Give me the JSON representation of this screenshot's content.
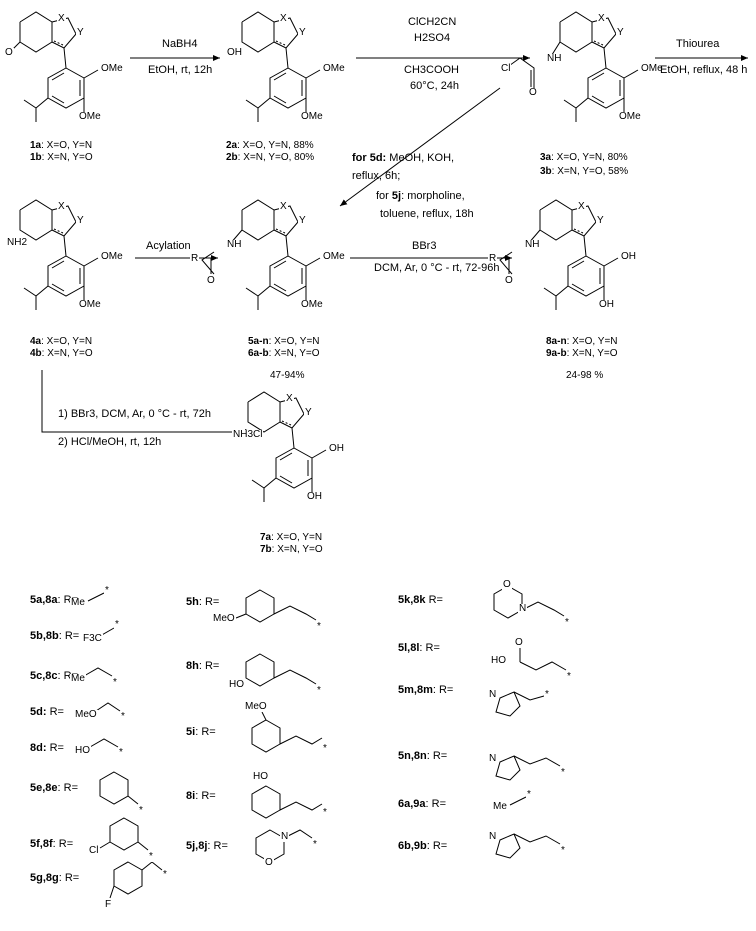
{
  "steps": {
    "s1_reagent": "NaBH4",
    "s1_cond": "EtOH, rt, 12h",
    "s2_reagent1": "ClCH2CN",
    "s2_reagent2": "H2SO4",
    "s2_reagent3": "CH3COOH",
    "s2_cond": "60°C, 24h",
    "s3_reagent": "Thiourea",
    "s3_cond": "EtOH, reflux, 48 h",
    "s4_line1_bold": "for 5d:",
    "s4_line1": " MeOH, KOH,",
    "s4_line2": "reflux, 6h;",
    "s5_line1_prefix": "for ",
    "s5_line1_bold": "5j",
    "s5_line1": ": morpholine,",
    "s5_line2": "toluene, reflux, 18h",
    "s6_reagent": "Acylation",
    "s7_reagent": "BBr3",
    "s7_cond": "DCM, Ar, 0 °C - rt, 72-96h",
    "s8_line1": "1) BBr3, DCM, Ar, 0 °C - rt, 72h",
    "s8_line2": "2) HCl/MeOH, rt, 12h"
  },
  "compounds": {
    "c1a": {
      "id": "1a",
      "desc": ": X=O, Y=N"
    },
    "c1b": {
      "id": "1b",
      "desc": ": X=N, Y=O"
    },
    "c2a": {
      "id": "2a",
      "desc": ": X=O, Y=N, 88%"
    },
    "c2b": {
      "id": "2b",
      "desc": ": X=N, Y=O, 80%"
    },
    "c3a": {
      "id": "3a",
      "desc": ": X=O, Y=N, 80%"
    },
    "c3b": {
      "id": "3b",
      "desc": ": X=N, Y=O, 58%"
    },
    "c4a": {
      "id": "4a",
      "desc": ": X=O, Y=N"
    },
    "c4b": {
      "id": "4b",
      "desc": ": X=N, Y=O"
    },
    "c5": {
      "id": "5a-n",
      "desc": ": X=O, Y=N"
    },
    "c6": {
      "id": "6a-b",
      "desc": ": X=N, Y=O"
    },
    "c56_yield": "47-94%",
    "c8": {
      "id": "8a-n",
      "desc": ": X=O, Y=N"
    },
    "c9": {
      "id": "9a-b",
      "desc": ": X=N, Y=O"
    },
    "c89_yield": "24-98 %",
    "c7a": {
      "id": "7a",
      "desc": ": X=O, Y=N"
    },
    "c7b": {
      "id": "7b",
      "desc": ": X=N, Y=O"
    }
  },
  "atoms": {
    "X": "X",
    "Y": "Y",
    "O": "O",
    "OH": "OH",
    "OMe": "OMe",
    "Cl": "Cl",
    "NH": "NH",
    "NH2": "NH2",
    "NH3Cl": "NH3Cl",
    "R": "R",
    "Me": "Me",
    "MeO": "MeO",
    "HO": "HO",
    "F3C": "F3C",
    "F": "F",
    "N": "N",
    "star": "*"
  },
  "r_groups": {
    "g5a": "5a,8a",
    "g5b": "5b,8b",
    "g5c": "5c,8c",
    "g5d": "5d:",
    "g8d": "8d:",
    "g5e": "5e,8e",
    "g5f": "5f,8f",
    "g5g": "5g,8g",
    "g5h": "5h",
    "g8h": "8h",
    "g5i": "5i",
    "g8i": "8i",
    "g5j": "5j,8j",
    "g5k": "5k,8k",
    "g5l": "5l,8l",
    "g5m": "5m,8m",
    "g5n": "5n,8n",
    "g6a": "6a,9a",
    "g6b": "6b,9b",
    "req": "R=",
    "colon": ":"
  }
}
